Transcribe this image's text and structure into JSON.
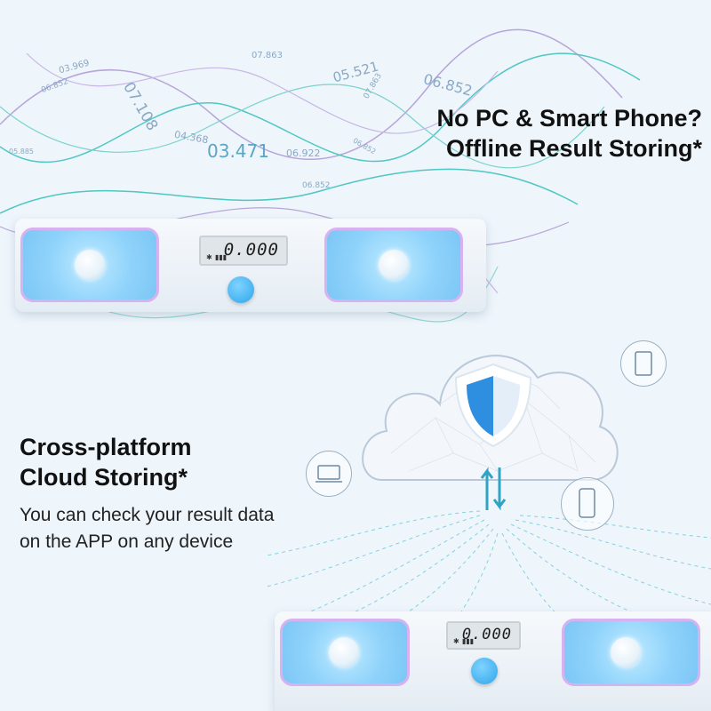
{
  "offline": {
    "line1": "No PC & Smart Phone?",
    "line2": "Offline Result Storing*"
  },
  "cloud": {
    "line1": "Cross-platform",
    "line2": "Cloud Storing*",
    "desc1": "You can check your result data",
    "desc2": "on the APP on any device"
  },
  "floating_numbers": [
    "07.863",
    "03.969",
    "06.852",
    "07.108",
    "05.521",
    "07.863",
    "06.852",
    "04.368",
    "03.471",
    "06.922",
    "06.852",
    "05.885",
    "06.852"
  ],
  "top_device": {
    "display": "0.000"
  },
  "bottom_device": {
    "display": "0.000"
  },
  "colors": {
    "wave_teal": "#4fc7c2",
    "wave_violet": "#b7a5d9",
    "pad_blue": "#8fd3fb",
    "pad_border": "#d7b2f0",
    "button_blue": "#2ea5ea",
    "shield_blue": "#2e8fe0"
  },
  "icons": [
    "bluetooth-icon",
    "battery-icon",
    "shield-icon",
    "tablet-icon",
    "laptop-icon",
    "phone-icon",
    "sync-arrows-icon",
    "cloud-icon"
  ]
}
